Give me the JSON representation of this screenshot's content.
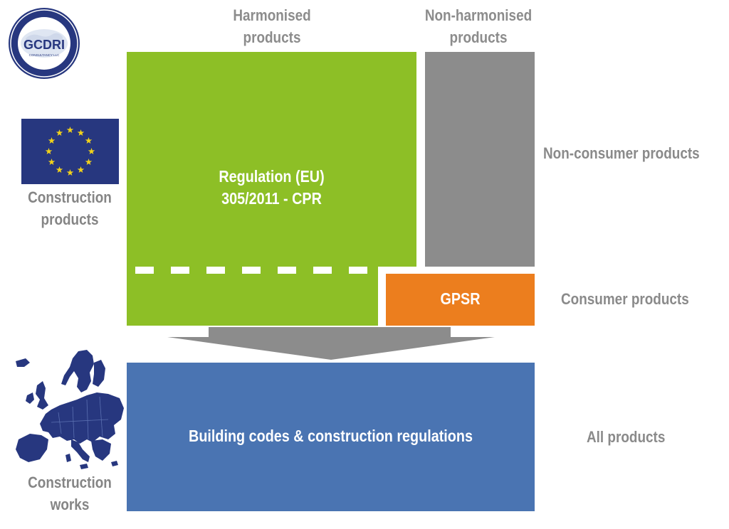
{
  "logo": {
    "text": "GCDRI",
    "subtext": "CONSULTANCY LLC"
  },
  "columns": {
    "harmonised": [
      "Harmonised",
      "products"
    ],
    "non_harmonised": [
      "Non-harmonised",
      "products"
    ]
  },
  "rows": {
    "non_consumer": "Non-consumer products",
    "consumer": "Consumer products",
    "all": "All products"
  },
  "left_labels": {
    "construction_products": [
      "Construction",
      "products"
    ],
    "construction_works": [
      "Construction",
      "works"
    ]
  },
  "blocks": {
    "regulation": [
      "Regulation (EU)",
      "305/2011 - CPR"
    ],
    "gpsr": "GPSR",
    "building_codes": "Building codes & construction regulations"
  },
  "colors": {
    "green": "#8dbf26",
    "gray": "#8c8c8c",
    "orange": "#ec7e1e",
    "blue": "#4a74b2",
    "flag_blue": "#27377f",
    "star_yellow": "#f2d21a",
    "label_gray": "#8c8c8c"
  },
  "icons": {
    "flag": "eu-flag-icon",
    "map": "europe-map-icon",
    "arrow": "down-arrow-icon",
    "logo": "gcdri-seal-logo"
  }
}
